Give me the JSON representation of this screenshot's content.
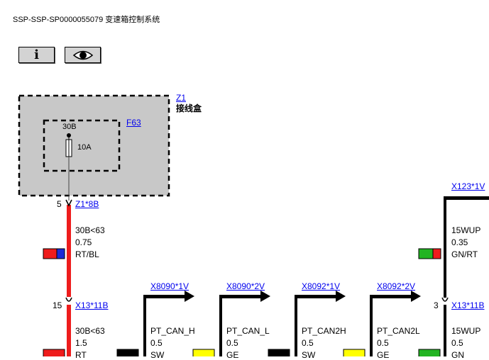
{
  "header": {
    "title": "SSP-SSP-SP0000055079 变速箱控制系统"
  },
  "toolbar": {
    "info_label": "i",
    "info_icon": "info-icon",
    "view_icon": "eye-icon"
  },
  "components": {
    "z1": {
      "id": "Z1",
      "name": "接线盒"
    },
    "f63": {
      "id": "F63",
      "pin": "30B",
      "rating": "10A"
    }
  },
  "connectors": {
    "z1_8b": {
      "pin": "5",
      "id": "Z1*8B"
    },
    "x13_11b_left": {
      "pin": "15",
      "id": "X13*11B"
    },
    "x13_11b_right": {
      "pin": "3",
      "id": "X13*11B"
    },
    "x123_1v": {
      "id": "X123*1V"
    },
    "x8090_1v": {
      "id": "X8090*1V"
    },
    "x8090_2v": {
      "id": "X8090*2V"
    },
    "x8092_1v": {
      "id": "X8092*1V"
    },
    "x8092_2v": {
      "id": "X8092*2V"
    }
  },
  "wires": {
    "w30b_upper": {
      "signal": "30B<63",
      "size": "0.75",
      "color_code": "RT/BL",
      "colors": [
        "#ee1c1c",
        "#1a2ad8"
      ]
    },
    "w15wup_upper": {
      "signal": "15WUP",
      "size": "0.35",
      "color_code": "GN/RT",
      "colors": [
        "#22b422",
        "#ee1c1c"
      ]
    },
    "w30b_lower": {
      "signal": "30B<63",
      "size": "1.5",
      "color_code": "RT",
      "colors": [
        "#ee1c1c"
      ]
    },
    "pt_can_h": {
      "signal": "PT_CAN_H",
      "size": "0.5",
      "color_code": "SW",
      "colors": [
        "#000000"
      ]
    },
    "pt_can_l": {
      "signal": "PT_CAN_L",
      "size": "0.5",
      "color_code": "GE",
      "colors": [
        "#ffff00"
      ]
    },
    "pt_can2h": {
      "signal": "PT_CAN2H",
      "size": "0.5",
      "color_code": "SW",
      "colors": [
        "#000000"
      ]
    },
    "pt_can2l": {
      "signal": "PT_CAN2L",
      "size": "0.5",
      "color_code": "GE",
      "colors": [
        "#ffff00"
      ]
    },
    "w15wup_lower": {
      "signal": "15WUP",
      "size": "0.5",
      "color_code": "GN",
      "colors": [
        "#22b422"
      ]
    }
  }
}
